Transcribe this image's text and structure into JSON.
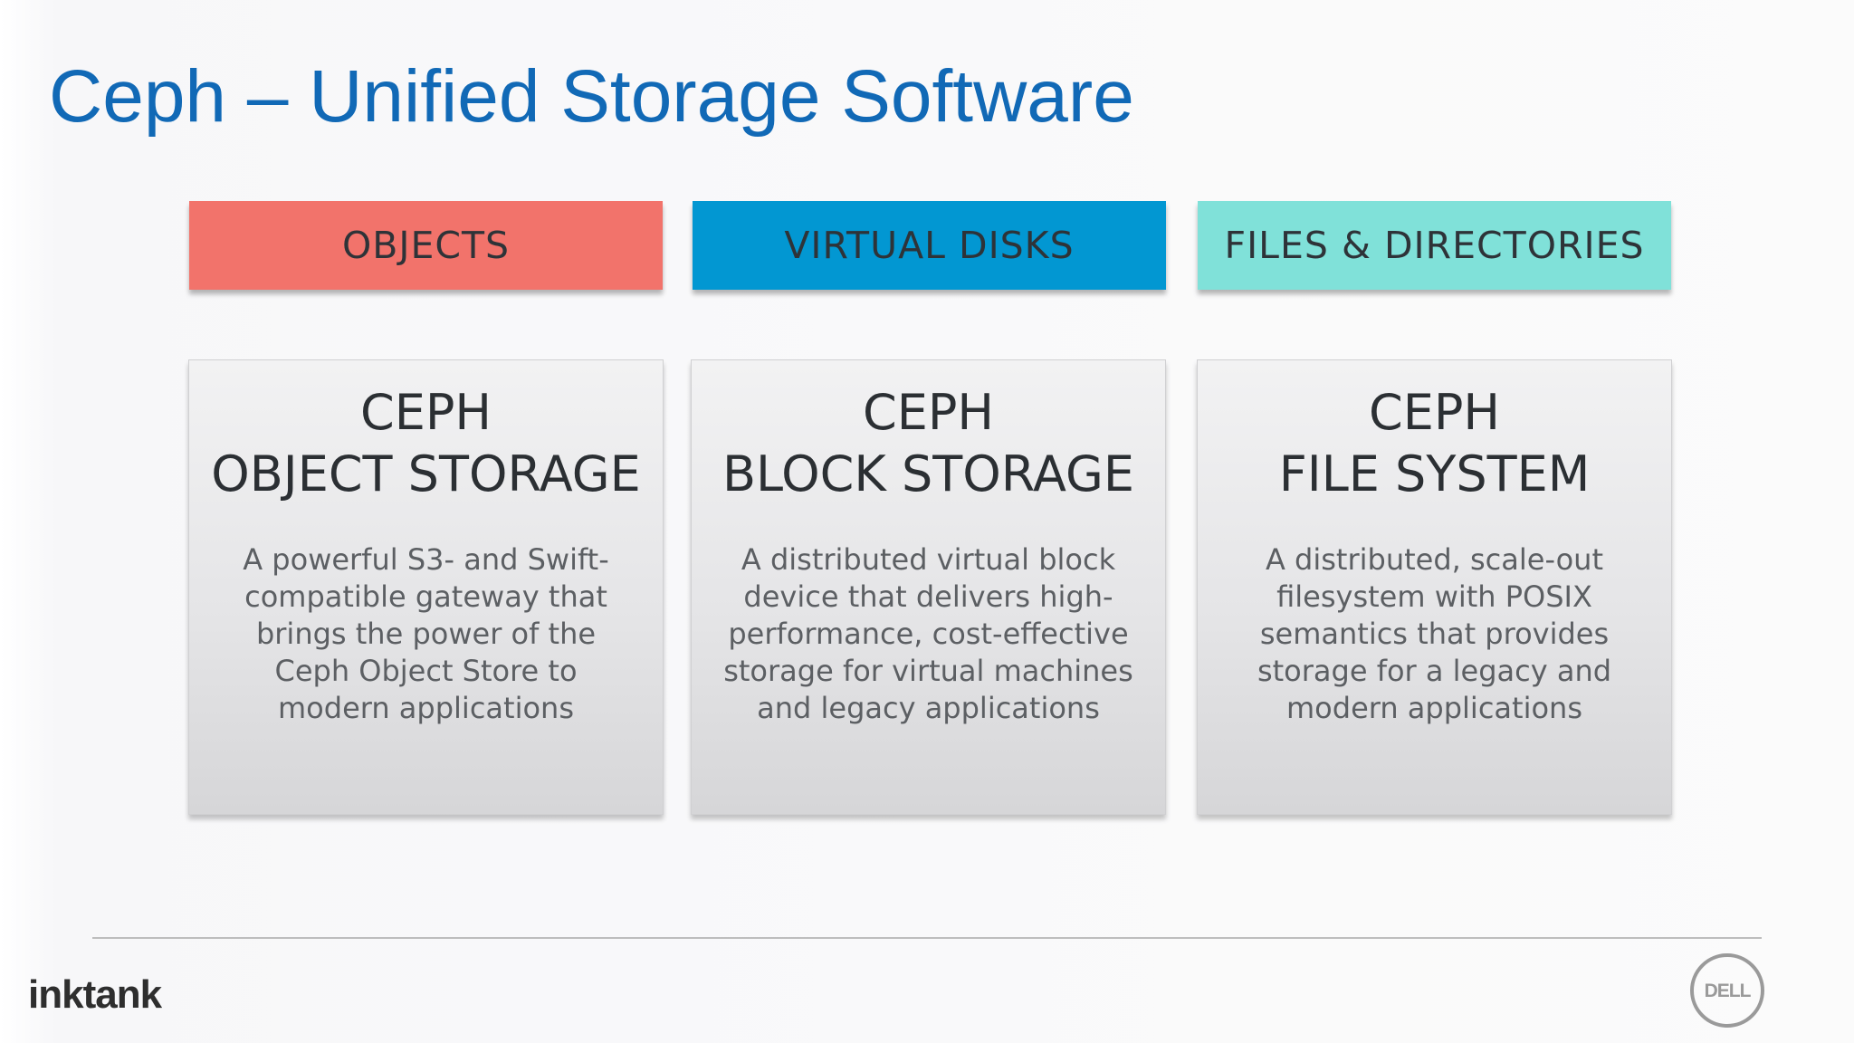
{
  "slide": {
    "title": "Ceph – Unified Storage Software"
  },
  "headers": [
    {
      "label": "OBJECTS",
      "color": "#f2736b"
    },
    {
      "label": "VIRTUAL DISKS",
      "color": "#0297d2"
    },
    {
      "label": "FILES & DIRECTORIES",
      "color": "#80e1d9"
    }
  ],
  "cards": [
    {
      "title_line1": "CEPH",
      "title_line2": "OBJECT STORAGE",
      "desc": [
        "A powerful S3- and Swift-",
        "compatible gateway that",
        "brings the power of the",
        "Ceph Object Store to",
        "modern applications"
      ]
    },
    {
      "title_line1": "CEPH",
      "title_line2": "BLOCK STORAGE",
      "desc": [
        "A distributed virtual block",
        "device that delivers high-",
        "performance, cost-effective",
        "storage for virtual machines",
        "and legacy applications"
      ]
    },
    {
      "title_line1": "CEPH",
      "title_line2": "FILE SYSTEM",
      "desc": [
        "A distributed, scale-out",
        "filesystem with POSIX",
        "semantics that provides",
        "storage for a legacy and",
        "modern applications"
      ]
    }
  ],
  "footer": {
    "left_logo_text": "inktank",
    "right_logo_text": "DELL"
  }
}
